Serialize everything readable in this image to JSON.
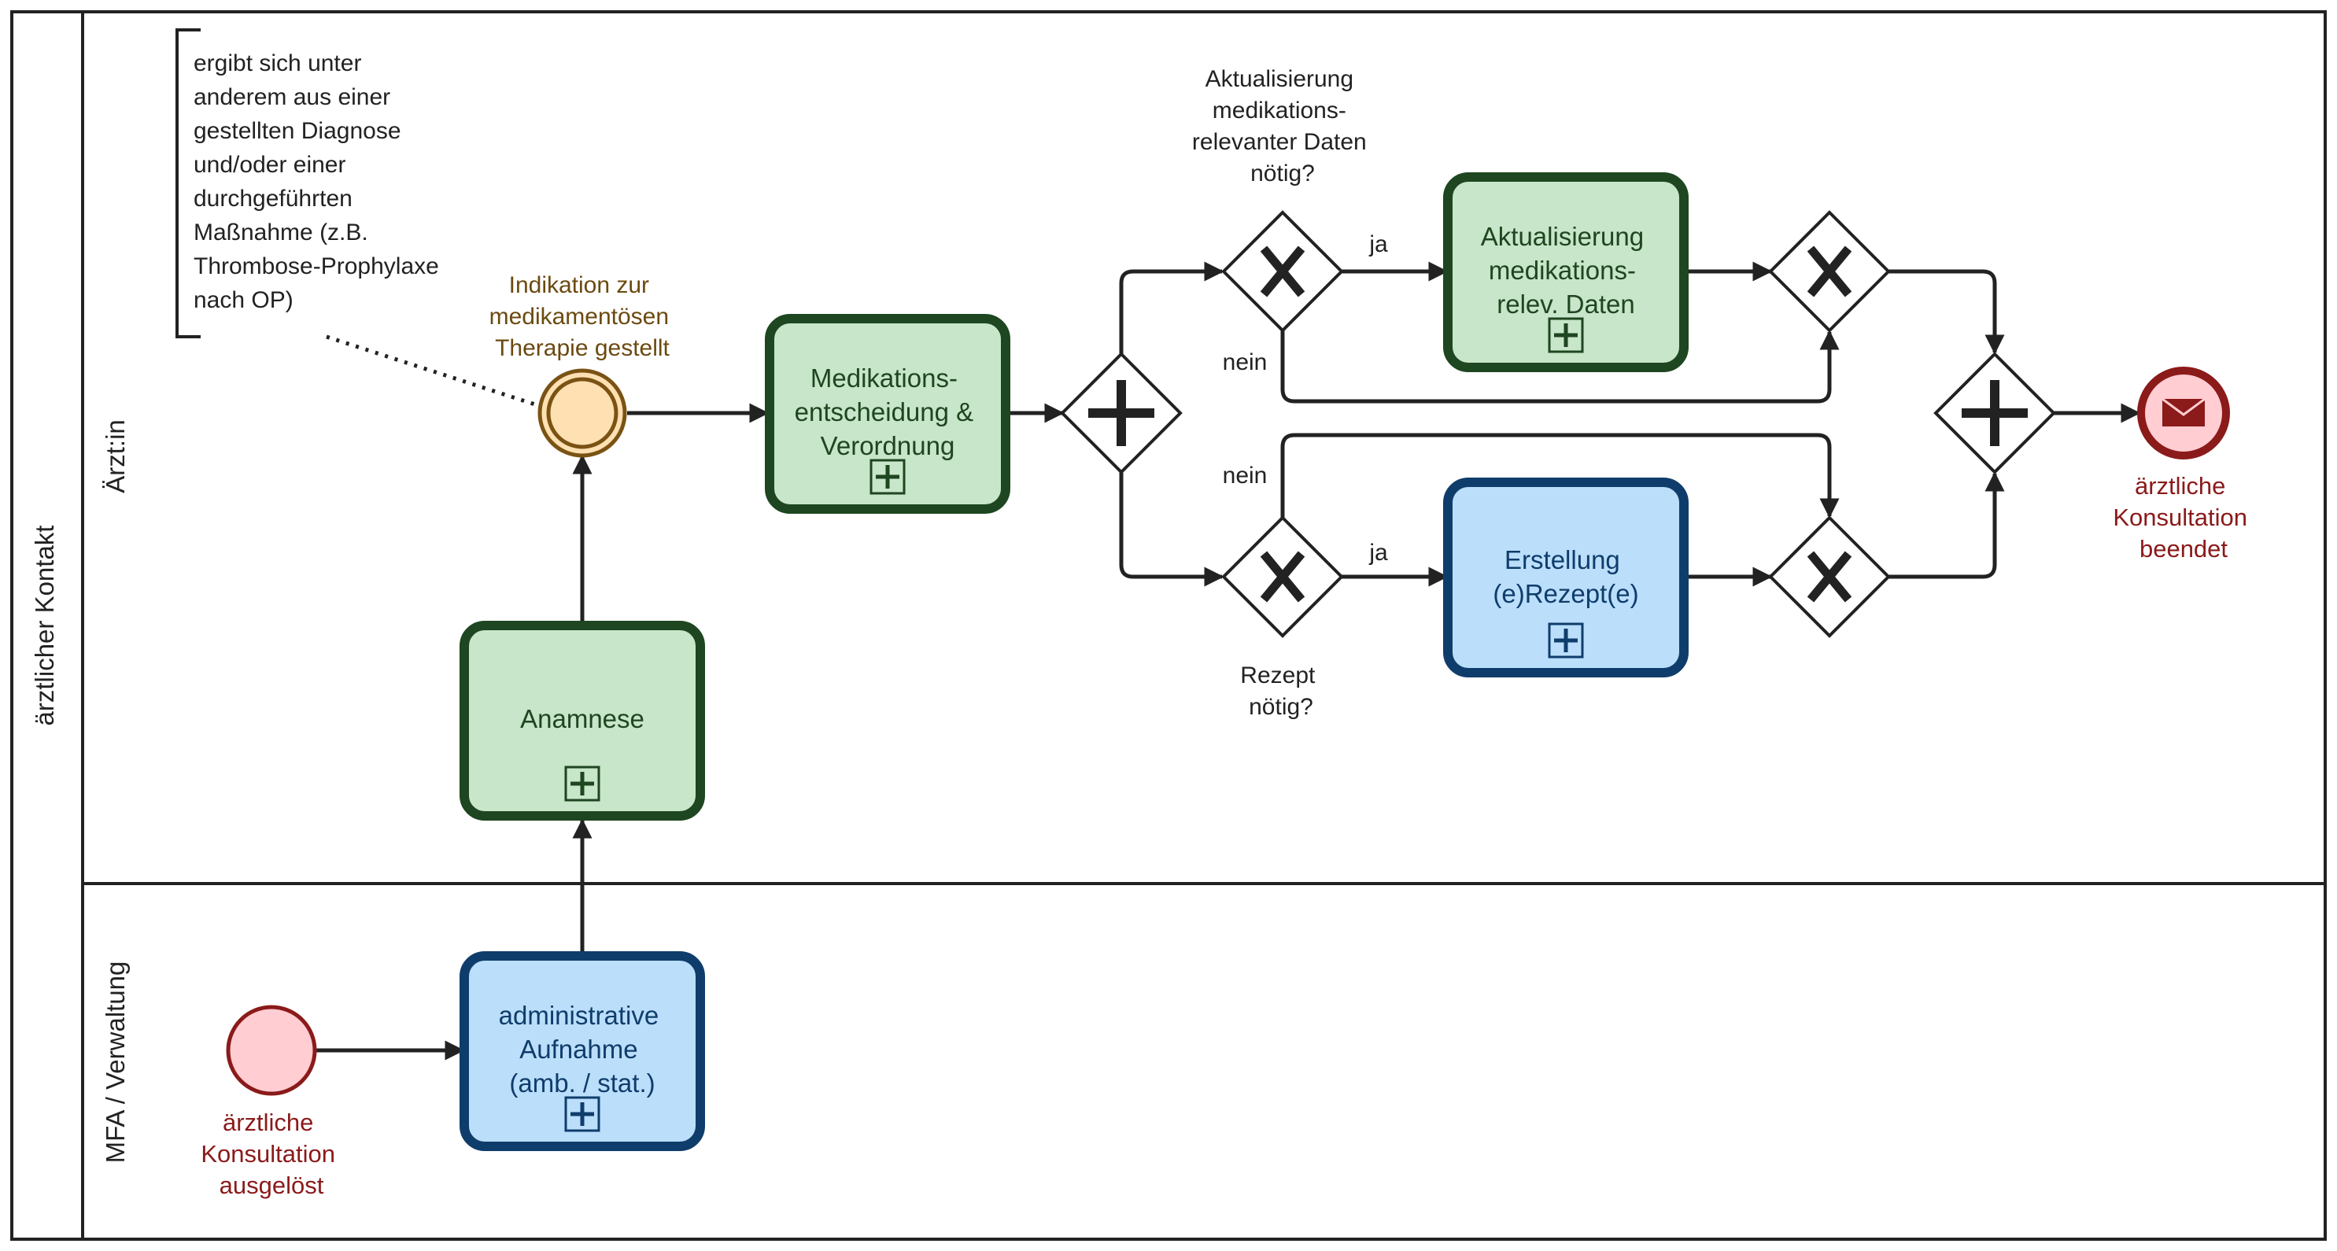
{
  "pool": {
    "label": "ärztlicher Kontakt"
  },
  "lanes": {
    "doctor": "Ärzt:in",
    "admin": "MFA / Verwaltung"
  },
  "annotation": {
    "lines": [
      "ergibt sich unter",
      "anderem aus einer",
      "gestellten Diagnose",
      "und/oder einer",
      "durchgeführten",
      "Maßnahme (z.B.",
      "Thrombose-Prophylaxe",
      "nach OP)"
    ]
  },
  "events": {
    "start": {
      "lines": [
        "ärztliche",
        "Konsultation",
        "ausgelöst"
      ]
    },
    "intermediate": {
      "lines": [
        "Indikation zur",
        "medikamentösen",
        "Therapie gestellt"
      ]
    },
    "end": {
      "lines": [
        "ärztliche",
        "Konsultation",
        "beendet"
      ]
    }
  },
  "tasks": {
    "admin_intake": {
      "lines": [
        "administrative",
        "Aufnahme",
        "(amb. / stat.)"
      ]
    },
    "anamnesis": {
      "lines": [
        "Anamnese"
      ]
    },
    "medication_decision": {
      "lines": [
        "Medikations-",
        "entscheidung &",
        "Verordnung"
      ]
    },
    "update_data": {
      "lines": [
        "Aktualisierung",
        "medikations-",
        "relev. Daten"
      ]
    },
    "prescription": {
      "lines": [
        "Erstellung",
        "(e)Rezept(e)"
      ]
    }
  },
  "gateways": {
    "update_question": {
      "lines": [
        "Aktualisierung",
        "medikations-",
        "relevanter Daten",
        "nötig?"
      ]
    },
    "recipe_question": {
      "lines": [
        "Rezept",
        "nötig?"
      ]
    }
  },
  "flow_labels": {
    "update_yes": "ja",
    "update_no": "nein",
    "recipe_yes": "ja",
    "recipe_no": "nein"
  },
  "colors": {
    "green_fill": "#c8e6c9",
    "green_stroke": "#1e4620",
    "blue_fill": "#bbdefb",
    "blue_stroke": "#0f3d6b",
    "start_fill": "#ffcdd2",
    "end_stroke": "#8b1a1a",
    "intermediate_fill": "#ffe0b2"
  }
}
